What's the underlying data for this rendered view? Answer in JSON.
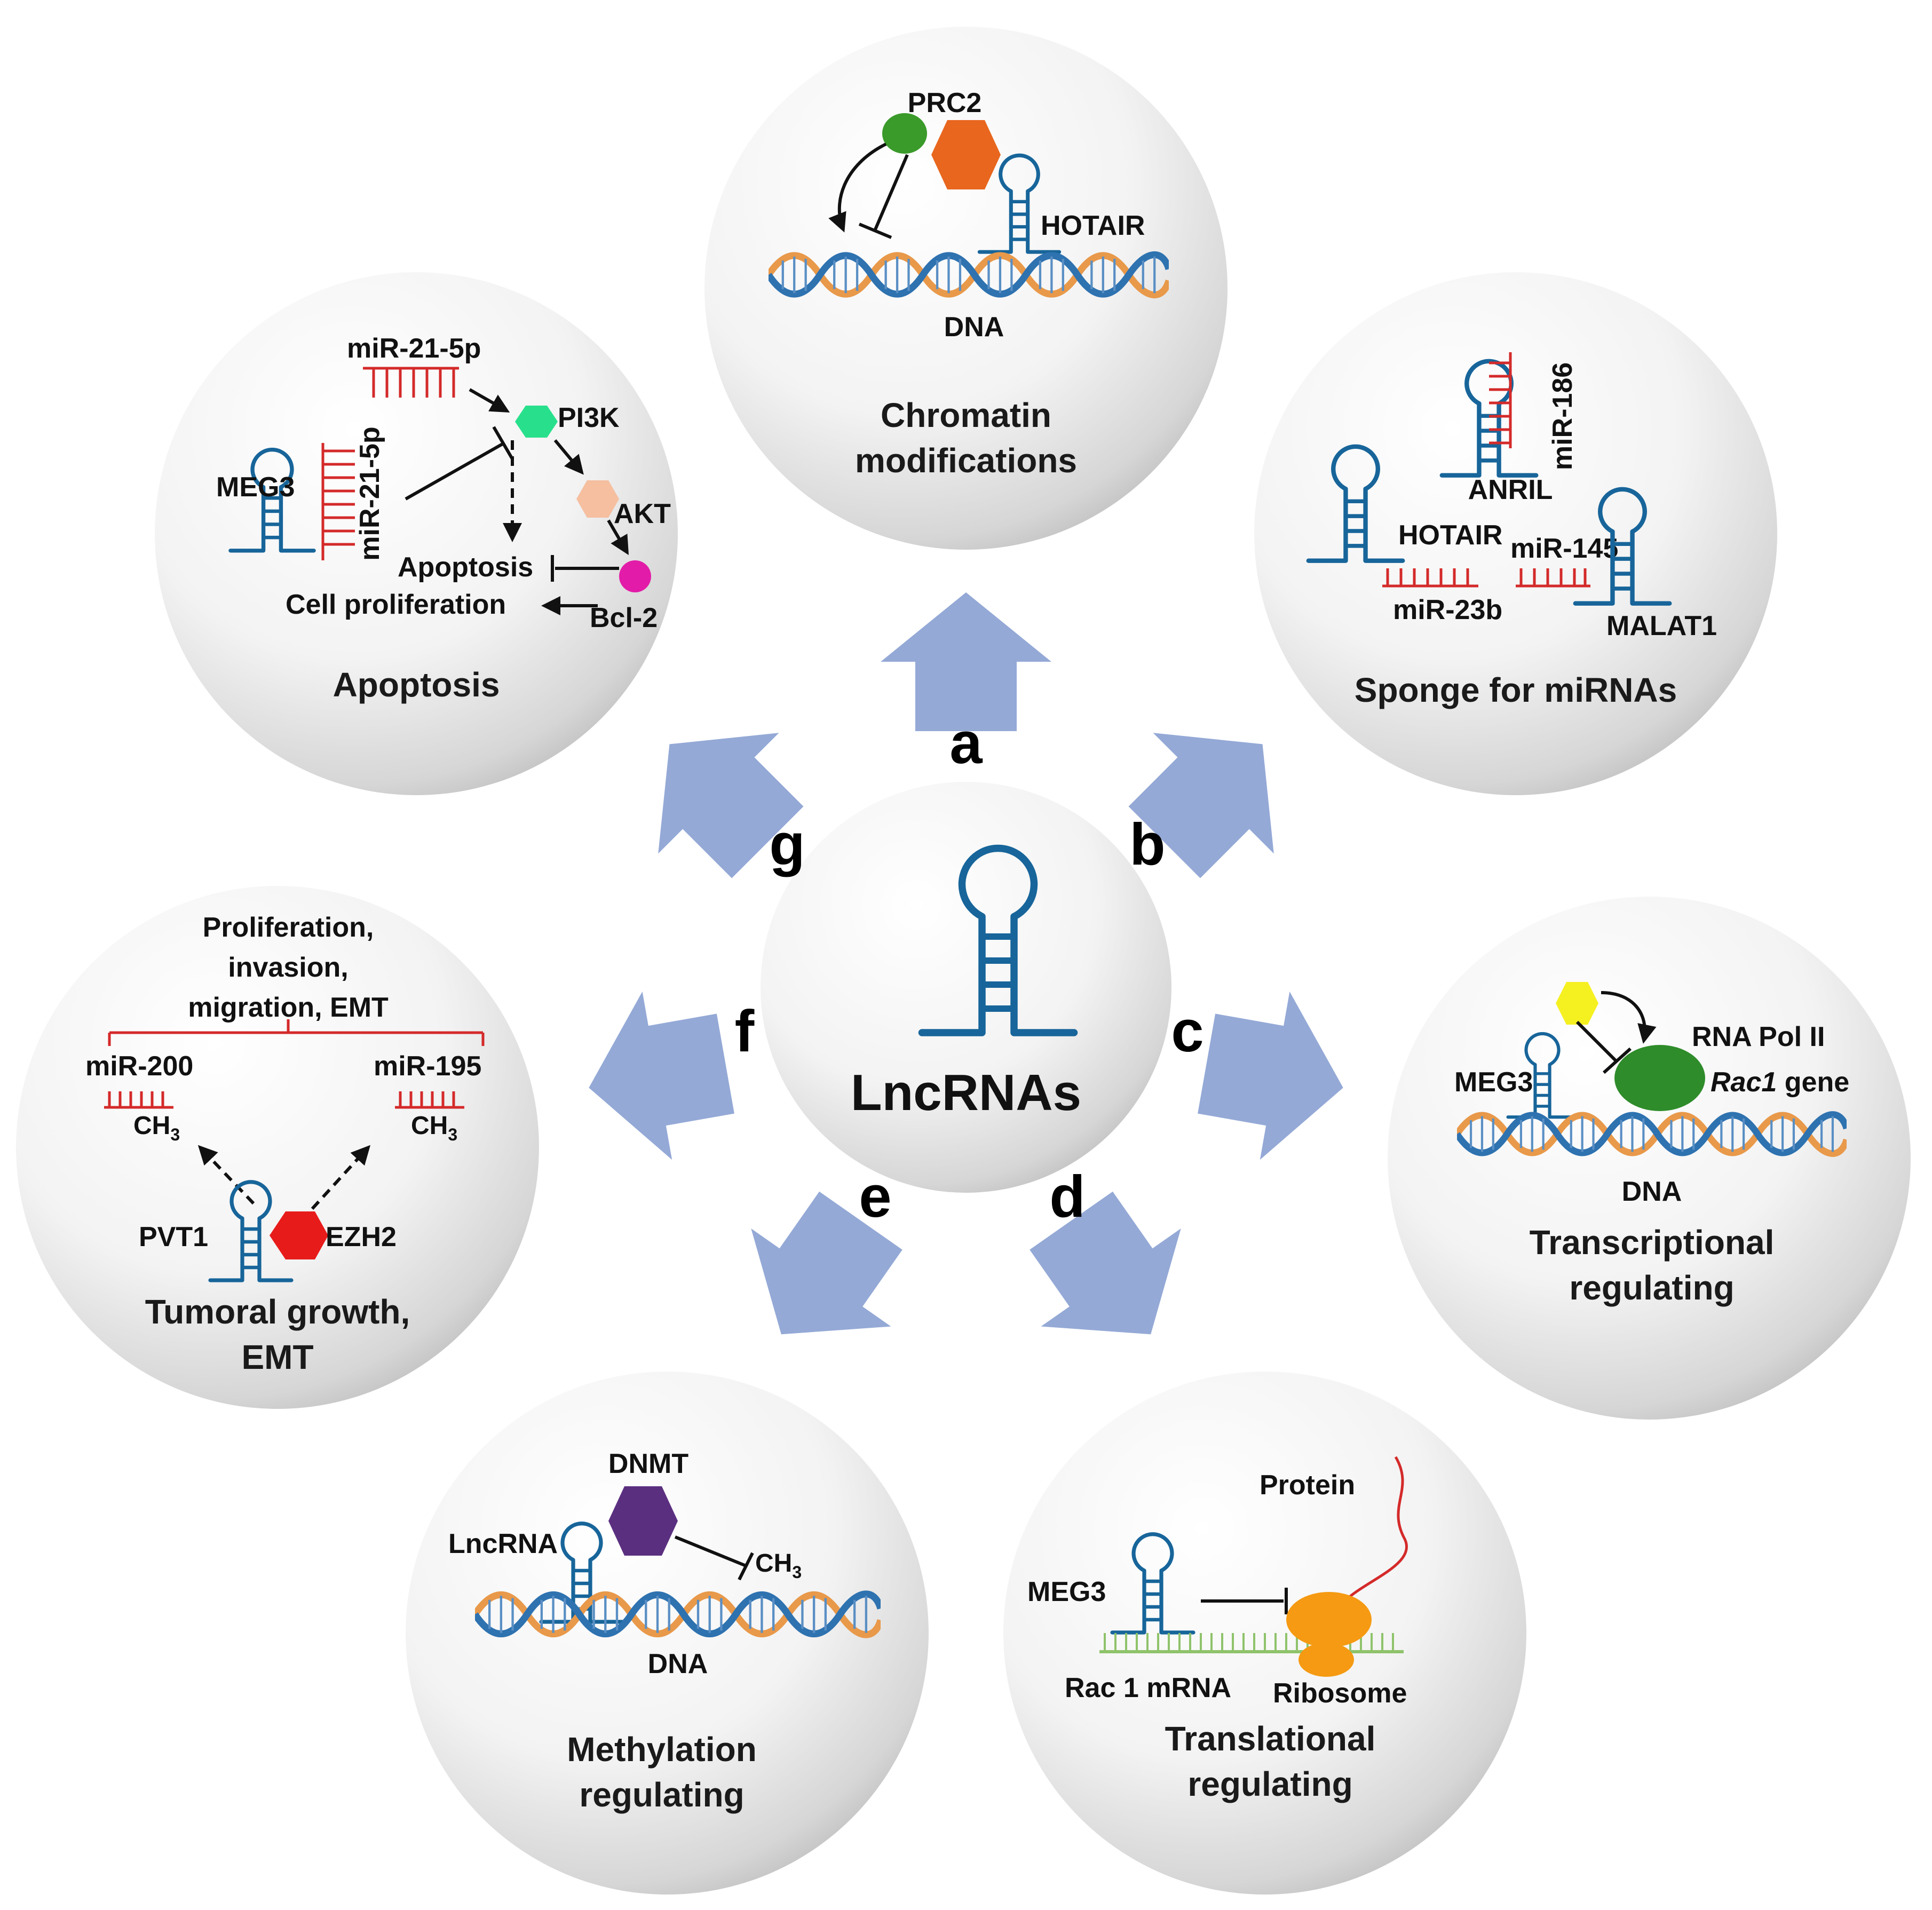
{
  "colors": {
    "arrow": "#94a9d6",
    "rna": "#17659a",
    "mirna": "#d42a2a",
    "circle_light": "#ffffff",
    "circle_dark": "#bdbdbd",
    "dna_orange": "#e8994a",
    "dna_blue": "#2e72b0"
  },
  "center": {
    "label": "LncRNAs"
  },
  "letters": {
    "a": "a",
    "b": "b",
    "c": "c",
    "d": "d",
    "e": "e",
    "f": "f",
    "g": "g"
  },
  "panels": {
    "chromatin": {
      "title_line1": "Chromatin",
      "title_line2": "modifications",
      "prc2": "PRC2",
      "hotair": "HOTAIR",
      "dna": "DNA"
    },
    "sponge": {
      "title": "Sponge for miRNAs",
      "mir186": "miR-186",
      "anril": "ANRIL",
      "hotair": "HOTAIR",
      "mir145": "miR-145",
      "mir23b": "miR-23b",
      "malat1": "MALAT1"
    },
    "transcriptional": {
      "title_line1": "Transcriptional",
      "title_line2": "regulating",
      "rnapol": "RNA Pol II",
      "rac1_italic": "Rac1",
      "gene": " gene",
      "meg3": "MEG3",
      "dna": "DNA"
    },
    "translational": {
      "title_line1": "Translational",
      "title_line2": "regulating",
      "protein": "Protein",
      "meg3": "MEG3",
      "mrna": "Rac 1 mRNA",
      "ribosome": "Ribosome"
    },
    "methylation": {
      "title_line1": "Methylation",
      "title_line2": "regulating",
      "dnmt": "DNMT",
      "lncrna": "LncRNA",
      "ch3": "CH",
      "ch3_sub": "3",
      "dna": "DNA"
    },
    "tumoral": {
      "title_line1": "Tumoral growth,",
      "title_line2": "EMT",
      "top1": "Proliferation,",
      "top2": "invasion,",
      "top3": "migration, EMT",
      "mir200": "miR-200",
      "mir195": "miR-195",
      "ch3": "CH",
      "ch3_sub": "3",
      "pvt1": "PVT1",
      "ezh2": "EZH2"
    },
    "apoptosis": {
      "title": "Apoptosis",
      "mir21_top": "miR-21-5p",
      "mir21_vert": "miR-21-5p",
      "meg3": "MEG3",
      "pi3k": "PI3K",
      "akt": "AKT",
      "apoptosis_lbl": "Apoptosis",
      "cellprolif": "Cell proliferation",
      "bcl2": "Bcl-2"
    }
  }
}
